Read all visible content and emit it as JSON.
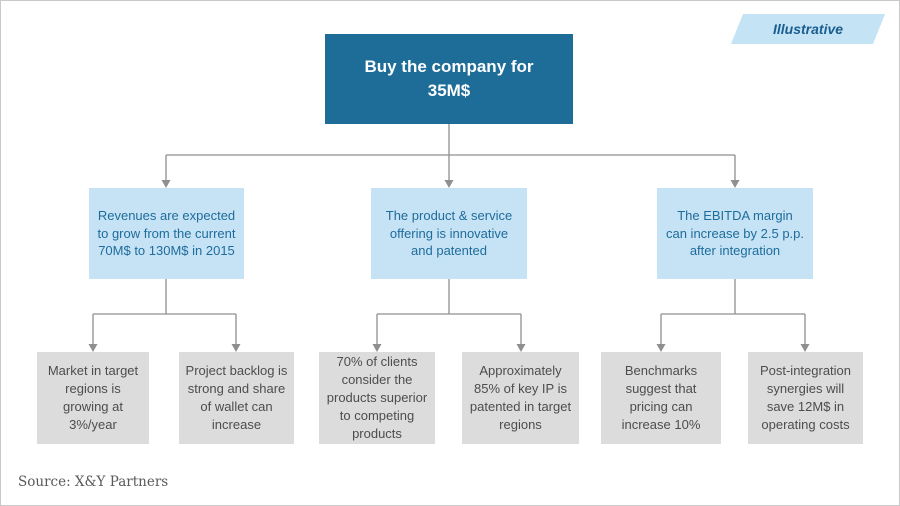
{
  "tag": {
    "label": "Illustrative"
  },
  "diagram": {
    "root": {
      "label": "Buy the company for 35M$"
    },
    "branches": [
      {
        "label": "Revenues are expected to grow from the current 70M$ to 130M$ in 2015",
        "children": [
          {
            "label": "Market in target regions is growing at 3%/year"
          },
          {
            "label": "Project backlog is strong and share of wallet can increase"
          }
        ]
      },
      {
        "label": "The product & service offering is innovative and patented",
        "children": [
          {
            "label": "70% of clients consider the products superior to competing products"
          },
          {
            "label": "Approximately 85% of key IP is patented in target regions"
          }
        ]
      },
      {
        "label": "The EBITDA margin can increase by 2.5 p.p. after integration",
        "children": [
          {
            "label": "Benchmarks suggest that pricing can increase 10%"
          },
          {
            "label": "Post-integration synergies will save 12M$ in operating costs"
          }
        ]
      }
    ]
  },
  "footer": {
    "source": "Source: X&Y Partners"
  },
  "colors": {
    "root_box_bg": "#1e6d98",
    "root_box_text": "#ffffff",
    "branch_box_bg": "#c6e3f5",
    "branch_box_text": "#1e6c9b",
    "leaf_box_bg": "#dcdcdc",
    "leaf_box_text": "#4d4d4d",
    "connector": "#8f8f8f",
    "tag_bg": "#c4e3f5",
    "tag_text": "#1a5d8f",
    "frame_border": "#c9c9c9"
  }
}
